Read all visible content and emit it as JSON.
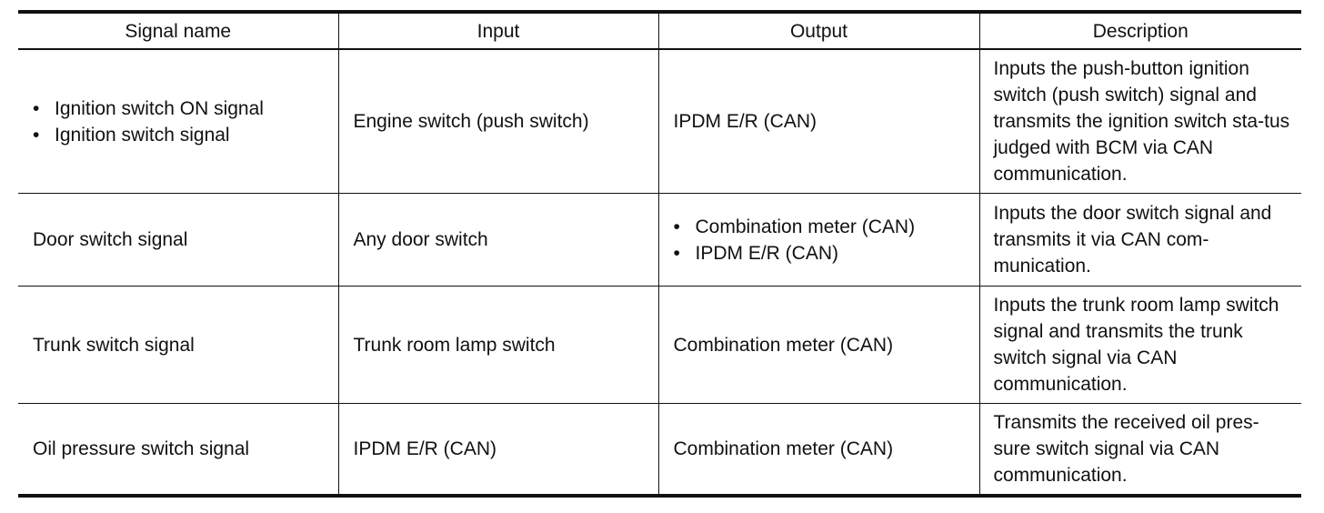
{
  "headers": [
    "Signal name",
    "Input",
    "Output",
    "Description"
  ],
  "rows": [
    {
      "signal": [
        "Ignition switch ON signal",
        "Ignition switch signal"
      ],
      "input": "Engine switch (push switch)",
      "output": "IPDM E/R (CAN)",
      "description": "Inputs the push-button ignition switch (push switch) signal and transmits the ignition switch sta-tus judged with BCM via CAN communication."
    },
    {
      "signal": "Door switch signal",
      "input": "Any door switch",
      "output": [
        "Combination meter (CAN)",
        "IPDM E/R (CAN)"
      ],
      "description": "Inputs the door switch signal and transmits it via CAN com-munication."
    },
    {
      "signal": "Trunk switch signal",
      "input": "Trunk room lamp switch",
      "output": "Combination meter (CAN)",
      "description": "Inputs the trunk room lamp switch signal and transmits the trunk switch signal via CAN communication."
    },
    {
      "signal": "Oil pressure switch signal",
      "input": "IPDM E/R (CAN)",
      "output": "Combination meter (CAN)",
      "description": "Transmits the received oil pres-sure switch signal via CAN communication."
    }
  ],
  "bullet_symbol": "•"
}
